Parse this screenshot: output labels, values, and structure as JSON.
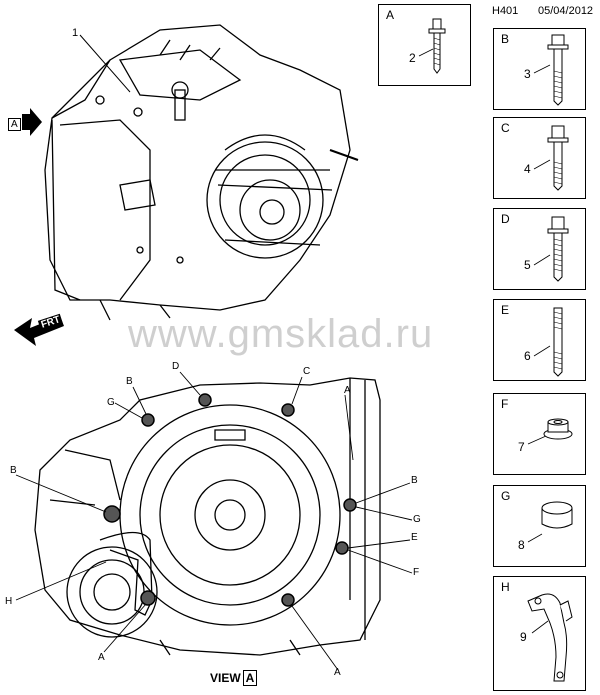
{
  "header": {
    "code": "H401",
    "date": "05/04/2012"
  },
  "watermark": "www.gmsklad.ru",
  "view_label": {
    "text": "VIEW",
    "letter": "A"
  },
  "top_view": {
    "callout_number": "1",
    "direction_arrow_letter": "A",
    "front_arrow_text": "FRT"
  },
  "legend_boxes": [
    {
      "letter": "A",
      "number": "2",
      "part": "short-flange-bolt-icon"
    },
    {
      "letter": "B",
      "number": "3",
      "part": "long-flange-bolt-icon"
    },
    {
      "letter": "C",
      "number": "4",
      "part": "flange-bolt-icon"
    },
    {
      "letter": "D",
      "number": "5",
      "part": "flange-bolt-icon"
    },
    {
      "letter": "E",
      "number": "6",
      "part": "stud-icon"
    },
    {
      "letter": "F",
      "number": "7",
      "part": "flange-nut-icon"
    },
    {
      "letter": "G",
      "number": "8",
      "part": "sleeve-icon"
    },
    {
      "letter": "H",
      "number": "9",
      "part": "bracket-icon"
    }
  ],
  "view_callouts": {
    "B_top": "B",
    "D": "D",
    "C": "C",
    "G_top": "G",
    "B_left": "B",
    "H": "H",
    "A_bottom_left": "A",
    "B_right": "B",
    "G_right": "G",
    "E": "E",
    "F": "F",
    "A_top_right": "A",
    "A_bottom_right": "A"
  }
}
